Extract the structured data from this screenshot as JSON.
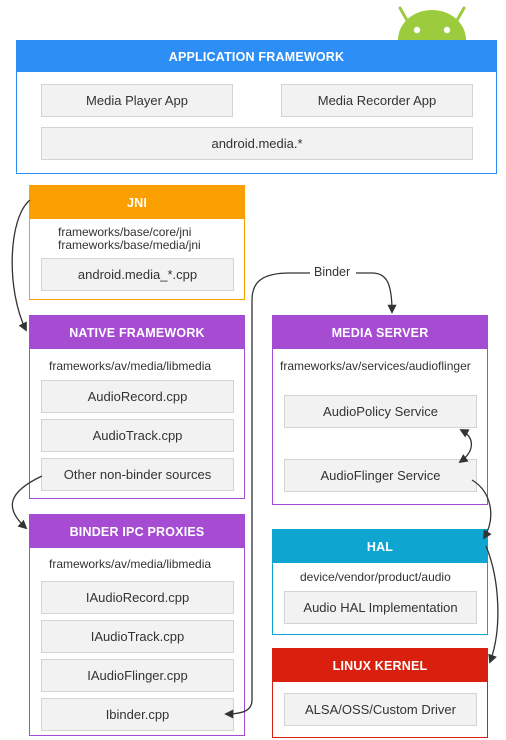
{
  "colors": {
    "app": "#2d8ef6",
    "jni": "#f9a000",
    "native": "#a64cd3",
    "binder": "#a64cd3",
    "media": "#a64cd3",
    "hal": "#0fa5d1",
    "kernel": "#d9200f",
    "android": "#9ccc3d"
  },
  "app_framework": {
    "title": "APPLICATION FRAMEWORK",
    "items": [
      "Media Player App",
      "Media Recorder App",
      "android.media.*"
    ]
  },
  "jni": {
    "title": "JNI",
    "path1": "frameworks/base/core/jni",
    "path2": "frameworks/base/media/jni",
    "items": [
      "android.media_*.cpp"
    ]
  },
  "native_framework": {
    "title": "NATIVE FRAMEWORK",
    "path": "frameworks/av/media/libmedia",
    "items": [
      "AudioRecord.cpp",
      "AudioTrack.cpp",
      "Other non-binder sources"
    ]
  },
  "binder_ipc": {
    "title": "BINDER IPC PROXIES",
    "path": "frameworks/av/media/libmedia",
    "items": [
      "IAudioRecord.cpp",
      "IAudioTrack.cpp",
      "IAudioFlinger.cpp",
      "Ibinder.cpp"
    ]
  },
  "binder_label": "Binder",
  "media_server": {
    "title": "MEDIA SERVER",
    "path": "frameworks/av/services/audioflinger",
    "items": [
      "AudioPolicy Service",
      "AudioFlinger Service"
    ]
  },
  "hal": {
    "title": "HAL",
    "path": "device/vendor/product/audio",
    "items": [
      "Audio HAL Implementation"
    ]
  },
  "linux_kernel": {
    "title": "LINUX KERNEL",
    "items": [
      "ALSA/OSS/Custom Driver"
    ]
  }
}
